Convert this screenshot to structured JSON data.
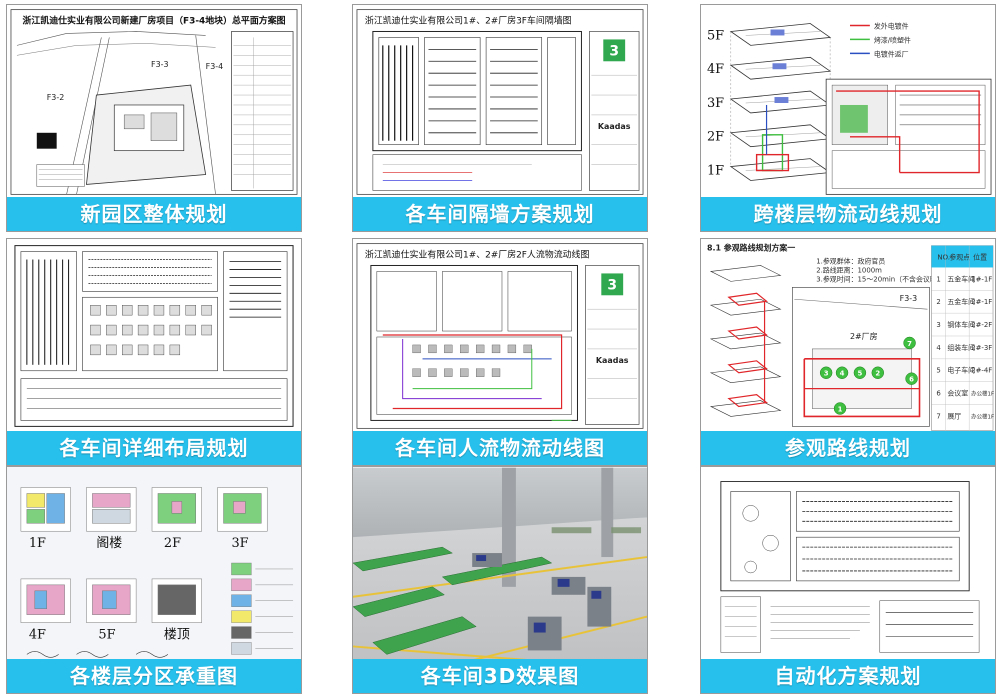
{
  "tiles": [
    {
      "caption": "新园区整体规划",
      "plan_title": "浙江凯迪仕实业有限公司新建厂房项目（F3-4地块）总平面方案图",
      "labels": [
        "F3-3",
        "F3-4",
        "F3-2"
      ]
    },
    {
      "caption": "各车间隔墙方案规划",
      "plan_title": "浙江凯迪仕实业有限公司1#、2#厂房3F车间隔墙图",
      "company_logo": "Kaadas"
    },
    {
      "caption": "跨楼层物流动线规划",
      "floors": [
        "5F",
        "4F",
        "3F",
        "2F",
        "1F"
      ],
      "legend": [
        "发外电镀件",
        "烤漆/喷塑件",
        "电镀件返厂"
      ]
    },
    {
      "caption": "各车间详细布局规划"
    },
    {
      "caption": "各车间人流物流动线图",
      "plan_title": "浙江凯迪仕实业有限公司1#、2#厂房2F人流物流动线图",
      "company_logo": "Kaadas"
    },
    {
      "caption": "参观路线规划",
      "section_title": "8.1 参观路线规划方案一",
      "notes": [
        "1.参观群体：政府官员",
        "2.路线距离：1000m",
        "3.参观时间：15～20min（不含会议时间）"
      ],
      "map_labels": [
        "2#厂房",
        "F3-3"
      ],
      "table": {
        "headers": [
          "NO.",
          "参观点",
          "位置"
        ],
        "rows": [
          [
            "1",
            "五金车间",
            "1#-1F"
          ],
          [
            "2",
            "五金车间",
            "2#-1F"
          ],
          [
            "3",
            "钢体车间",
            "2#-2F"
          ],
          [
            "4",
            "组装车间",
            "2#-3F"
          ],
          [
            "5",
            "电子车间",
            "2#-4F"
          ],
          [
            "6",
            "会议室",
            "办公楼1F"
          ],
          [
            "7",
            "展厅",
            "办公楼1F"
          ]
        ]
      }
    },
    {
      "caption": "各楼层分区承重图",
      "floors": [
        "1F",
        "阁楼",
        "2F",
        "3F",
        "4F",
        "5F",
        "楼顶"
      ]
    },
    {
      "caption": "各车间3D效果图"
    },
    {
      "caption": "自动化方案规划"
    }
  ],
  "colors": {
    "caption_bg": "#27c0ec",
    "caption_text": "#ffffff",
    "route_red": "#e0262a",
    "marker_green": "#3fbf3f",
    "logo_green": "#2fa84f"
  }
}
